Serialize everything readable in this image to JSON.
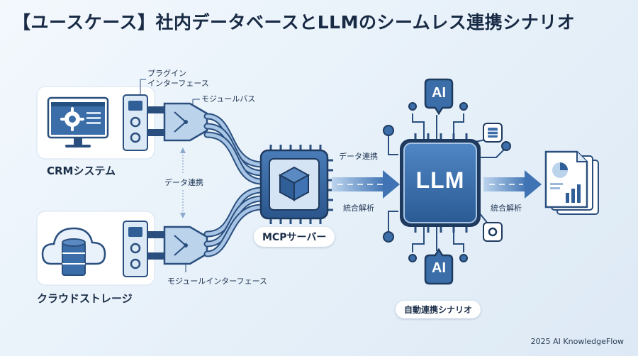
{
  "title": "【ユースケース】社内データベースとLLMのシームレス連携シナリオ",
  "labels": {
    "plugin_interface_1": "プラグイン",
    "plugin_interface_2": "インターフェース",
    "module_bus": "モジュールバス",
    "crm_system": "CRMシステム",
    "data_link_vertical": "データ連携",
    "cloud_storage": "クラウドストレージ",
    "module_interface": "モジュールインターフェース",
    "mcp_server": "MCPサーバー",
    "data_link_arrow": "データ連携",
    "integrated_analysis_1": "統合解析",
    "llm": "LLM",
    "ai_top": "AI",
    "ai_bottom": "AI",
    "integrated_analysis_2": "統合解析",
    "auto_scenario": "自動連携シナリオ"
  },
  "footer": "2025 AI KnowledgeFlow",
  "icons": [
    "monitor-gear-icon",
    "cloud-database-icon",
    "gear-icon",
    "connector-plug-icon",
    "cube-icon",
    "database-icon",
    "report-document-icon",
    "chip-icon"
  ],
  "colors": {
    "primary": "#2f5f96",
    "light_blue": "#c9dcf0",
    "dark_navy": "#1e3a5f",
    "background": "#eaf2fa"
  }
}
